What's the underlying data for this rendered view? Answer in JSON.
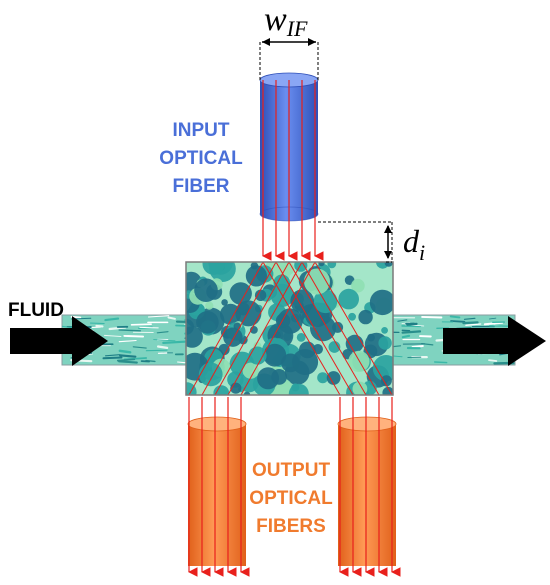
{
  "labels": {
    "input_line1": "INPUT",
    "input_line2": "OPTICAL",
    "input_line3": "FIBER",
    "output_line1": "OUTPUT",
    "output_line2": "OPTICAL",
    "output_line3": "FIBERS",
    "fluid": "FLUID",
    "width_symbol": "w",
    "width_subscript": "IF",
    "distance_symbol": "d",
    "distance_subscript": "i"
  },
  "colors": {
    "input_fiber": "#4a6fd8",
    "input_label": "#4a6fd8",
    "output_fiber": "#f07b2e",
    "output_label": "#f07b2e",
    "light_rays": "#e8201c",
    "channel": "#7fd3c0",
    "chamber_background": "#a4e6c9",
    "particle_dark": "#1f6f86",
    "particle_mid": "#2aa3a0",
    "particle_light": "#8fe0b3",
    "arrow": "#000000"
  }
}
